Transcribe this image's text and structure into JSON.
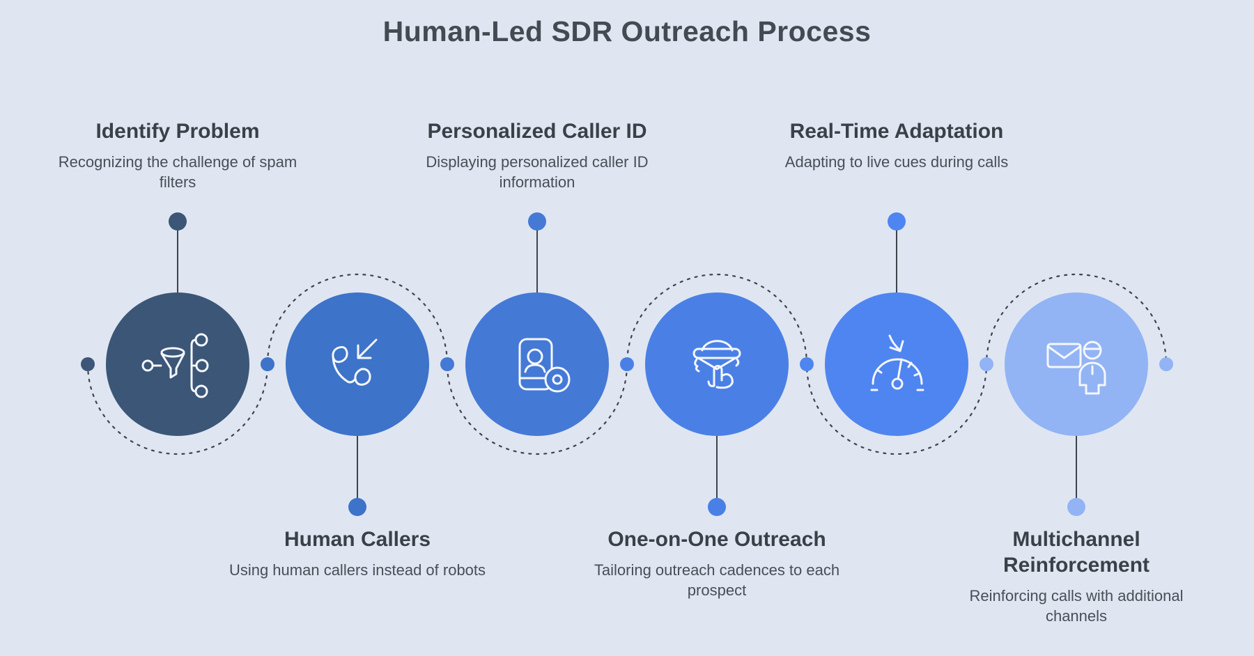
{
  "title": "Human-Led SDR Outreach Process",
  "background_color": "#dfe6f2",
  "line_color": "#3e434b",
  "steps": [
    {
      "label": "Identify Problem",
      "description": "Recognizing the challenge of spam filters",
      "position": "top",
      "color": "#3c5677",
      "icon": "funnel-branch-icon"
    },
    {
      "label": "Human Callers",
      "description": "Using human callers instead of robots",
      "position": "bottom",
      "color": "#3d73c9",
      "icon": "incoming-call-icon"
    },
    {
      "label": "Personalized Caller ID",
      "description": "Displaying personalized caller ID information",
      "position": "top",
      "color": "#4479d6",
      "icon": "caller-id-card-icon"
    },
    {
      "label": "One-on-One Outreach",
      "description": "Tailoring outreach cadences to each prospect",
      "position": "bottom",
      "color": "#4a80e6",
      "icon": "discreet-person-icon"
    },
    {
      "label": "Real-Time Adaptation",
      "description": "Adapting to live cues during calls",
      "position": "top",
      "color": "#4f85f0",
      "icon": "gauge-icon"
    },
    {
      "label": "Multichannel Reinforcement",
      "description": "Reinforcing calls with additional channels",
      "position": "bottom",
      "color": "#92b4f5",
      "icon": "mail-person-icon"
    }
  ]
}
